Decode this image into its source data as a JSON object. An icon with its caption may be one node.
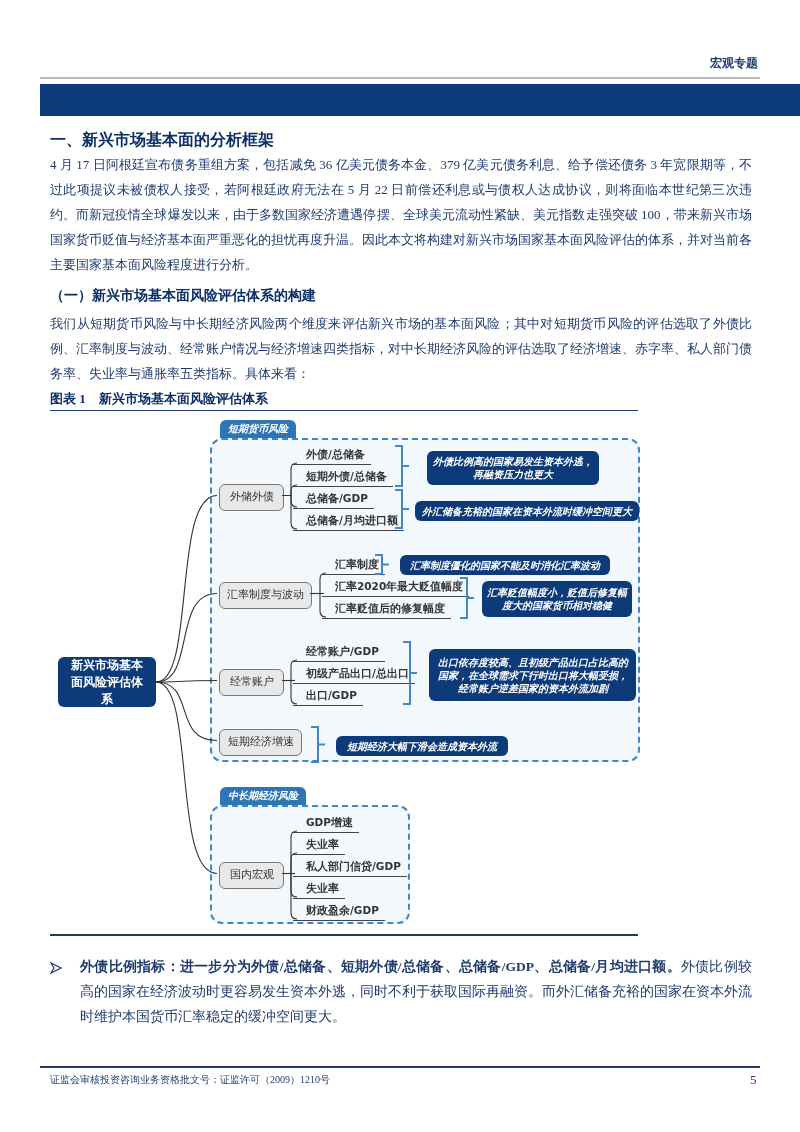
{
  "diagram": {
    "title": "图表 1　新兴市场基本面风险评估体系",
    "nodes": [
      {
        "text": [
          "新兴市场基本面风险评估体系"
        ]
      },
      {
        "text": [
          "短期货币风险"
        ]
      },
      {
        "text": [
          "外储外债"
        ],
        "in": 1
      },
      {
        "text": [
          "外债/总储备"
        ],
        "in": 1
      },
      {
        "text": [
          "短期外债/总储备"
        ],
        "in": 1
      },
      {
        "text": [
          "总储备/GDP"
        ],
        "in": 1
      },
      {
        "text": [
          "总储备/月均进口额"
        ],
        "in": 1
      },
      {
        "text": [
          "外债比例高的国家易发生资本外逃，再融资压力也更大"
        ],
        "in": 1
      },
      {
        "text": [
          "外汇储备充裕的国家在资本外流时缓冲空间更大"
        ],
        "in": 1
      },
      {
        "text": [
          "汇率制度与波动"
        ],
        "in": 1
      },
      {
        "text": [
          "汇率制度"
        ],
        "in": 1
      },
      {
        "text": [
          "汇率2020年最大贬值幅度"
        ],
        "in": 1
      },
      {
        "text": [
          "汇率贬值后的修复幅度"
        ],
        "in": 1
      },
      {
        "text": [
          "汇率制度僵化的国家不能及时消化汇率波动"
        ],
        "in": 1
      },
      {
        "text": [
          "汇率贬值幅度小，贬值后修复幅度大的国家货币相对稳健"
        ],
        "in": 1
      },
      {
        "text": [
          "经常账户"
        ],
        "in": 1
      },
      {
        "text": [
          "经常账户/GDP"
        ],
        "in": 1
      },
      {
        "text": [
          "初级产品出口/总出口"
        ],
        "in": 1
      },
      {
        "text": [
          "出口/GDP"
        ],
        "in": 1
      },
      {
        "text": [
          "出口依存度较高、且初级产品出口占比高的国家，在全球需求下行时出口将大幅受损，经常账户逆差国家的资本外流加剧"
        ],
        "in": 1
      },
      {
        "text": [
          "短期经济增速"
        ],
        "in": 1
      },
      {
        "text": [
          "短期经济大幅下滑会造成资本外流"
        ],
        "in": 1
      },
      {
        "text": [
          "中长期经济风险"
        ]
      },
      {
        "text": [
          "国内宏观"
        ],
        "in": 22
      },
      {
        "text": [
          "GDP增速"
        ],
        "in": 22
      },
      {
        "text": [
          "失业率"
        ],
        "in": 22
      },
      {
        "text": [
          "私人部门信贷/GDP"
        ],
        "in": 22
      },
      {
        "text": [
          "失业率"
        ],
        "in": 22
      },
      {
        "text": [
          "财政盈余/GDP"
        ],
        "in": 22
      }
    ],
    "edges": [
      {
        "from": 0,
        "to": 2,
        "arrow": "none"
      },
      {
        "from": 0,
        "to": 9,
        "arrow": "none"
      },
      {
        "from": 0,
        "to": 15,
        "arrow": "none"
      },
      {
        "from": 0,
        "to": 20,
        "arrow": "none"
      },
      {
        "from": 0,
        "to": 23,
        "arrow": "none"
      },
      {
        "from": 2,
        "to": 3,
        "arrow": "none"
      },
      {
        "from": 2,
        "to": 4,
        "arrow": "none"
      },
      {
        "from": 2,
        "to": 5,
        "arrow": "none"
      },
      {
        "from": 2,
        "to": 6,
        "arrow": "none"
      },
      {
        "from": 9,
        "to": 10,
        "arrow": "none"
      },
      {
        "from": 9,
        "to": 11,
        "arrow": "none"
      },
      {
        "from": 9,
        "to": 12,
        "arrow": "none"
      },
      {
        "from": 15,
        "to": 16,
        "arrow": "none"
      },
      {
        "from": 15,
        "to": 17,
        "arrow": "none"
      },
      {
        "from": 15,
        "to": 18,
        "arrow": "none"
      },
      {
        "from": 23,
        "to": 24,
        "arrow": "none"
      },
      {
        "from": 23,
        "to": 25,
        "arrow": "none"
      },
      {
        "from": 23,
        "to": 26,
        "arrow": "none"
      },
      {
        "from": 23,
        "to": 27,
        "arrow": "none"
      },
      {
        "from": 23,
        "to": 28,
        "arrow": "none"
      }
    ],
    "labels": [
      "宏观专题",
      "一、新兴市场基本面的分析框架",
      "4 月 17 日阿根廷宣布债务重组方案，包括减免 36 亿美元债务本金、379 亿美元债务利息、给予偿还债务 3 年宽限期等，不过此项提议未被债权人接受，若阿根廷政府无法在 5 月 22 日前偿还利息或与债权人达成协议，则将面临本世纪第三次违约。而新冠疫情全球爆发以来，由于多数国家经济遭遇停摆、全球美元流动性紧缺、美元指数走强突破 100，带来新兴市场国家货币贬值与经济基本面严重恶化的担忧再度升温。因此本文将构建对新兴市场国家基本面风险评估的体系，并对当前各主要国家基本面风险程度进行分析。",
      "（一）新兴市场基本面风险评估体系的构建",
      "我们从短期货币风险与中长期经济风险两个维度来评估新兴市场的基本面风险；其中对短期货币风险的评估选取了外债比例、汇率制度与波动、经常账户情况与经济增速四类指标，对中长期经济风险的评估选取了经济增速、赤字率、私人部门债务率、失业率与通胀率五类指标。具体来看：",
      "**外债比例指标：进一步分为外债/总储备、短期外债/总储备、总储备/GDP、总储备/月均进口额。**外债比例较高的国家在经济波动时更容易发生资本外逃，同时不利于获取国际再融资。而外汇储备充裕的国家在资本外流时维护本国货币汇率稳定的缓冲空间更大。",
      "证监会审核投资咨询业务资格批文号：证监许可（2009）1210号",
      "5"
    ]
  }
}
